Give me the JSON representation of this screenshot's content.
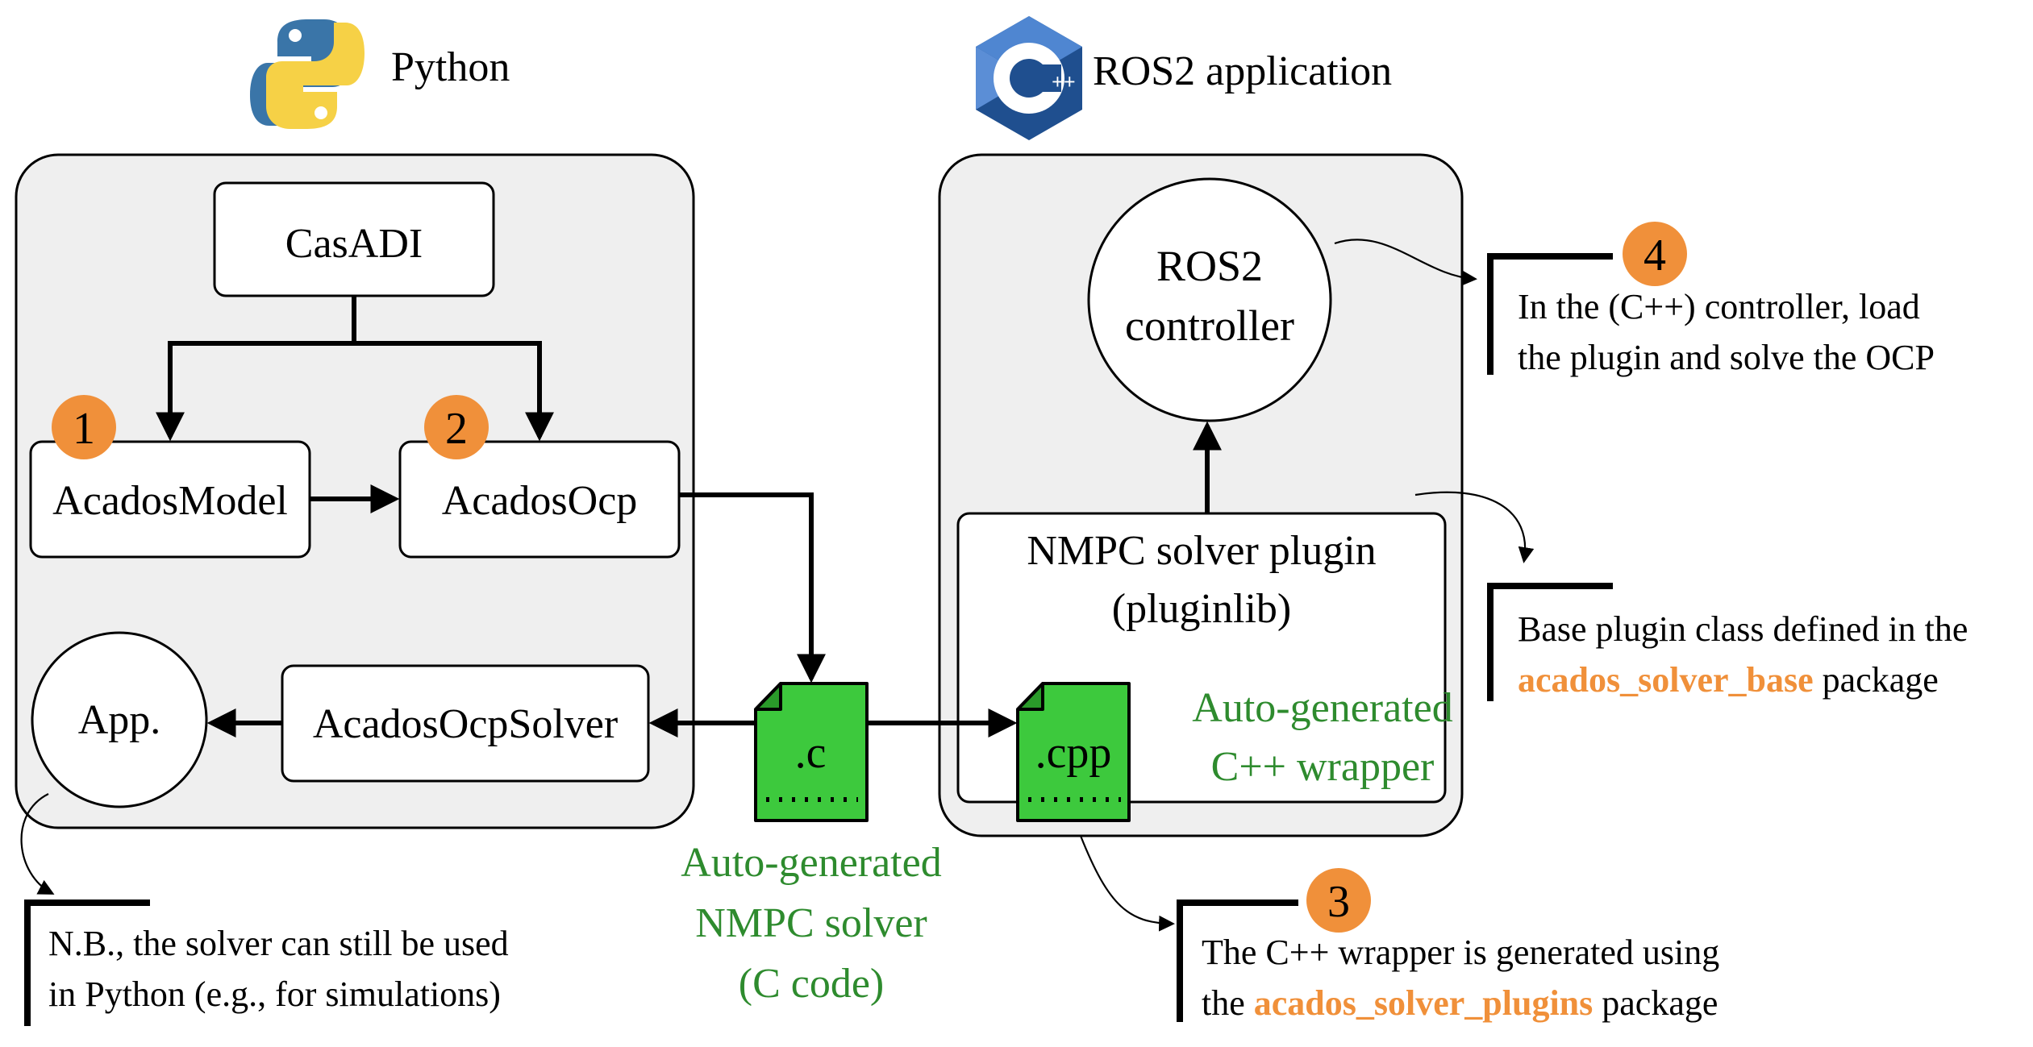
{
  "colors": {
    "panel_fill": "#efefef",
    "stroke": "#000000",
    "badge_orange": "#f0903a",
    "file_green": "#3dc93d",
    "green_text": "#2e8b2e",
    "package_orange": "#f0903a",
    "python_blue": "#3a75a8",
    "python_yellow": "#f6d146",
    "cpp_dark": "#1f4f8f",
    "cpp_light": "#5b8ed6"
  },
  "icons": {
    "python": "python-logo-icon",
    "cpp": "cpp-logo-icon",
    "c_file": "file-icon",
    "cpp_file": "file-icon"
  },
  "python": {
    "header": "Python",
    "nodes": {
      "casadi": "CasADI",
      "acados_model": "AcadosModel",
      "acados_ocp": "AcadosOcp",
      "acados_ocp_solver": "AcadosOcpSolver",
      "app": "App."
    },
    "badges": {
      "model": "1",
      "ocp": "2"
    }
  },
  "ros": {
    "header": "ROS2 application",
    "controller": [
      "ROS2",
      "controller"
    ],
    "plugin": [
      "NMPC solver plugin",
      "(pluginlib)"
    ],
    "wrapper_label": [
      "Auto-generated",
      "C++ wrapper"
    ]
  },
  "files": {
    "c_ext": ".c",
    "cpp_ext": ".cpp",
    "c_label": [
      "Auto-generated",
      "NMPC solver",
      "(C code)"
    ]
  },
  "notes": {
    "controller": {
      "badge": "4",
      "lines": [
        "In the (C++) controller, load",
        "the plugin and solve the OCP"
      ]
    },
    "plugin_base": {
      "line1": "Base plugin class defined in the",
      "pkg": "acados_solver_base",
      "suffix": " package"
    },
    "wrapper": {
      "badge": "3",
      "line1": "The C++ wrapper is generated using",
      "prefix": "the ",
      "pkg": "acados_solver_plugins",
      "suffix": " package"
    },
    "python_nb": {
      "lines": [
        "N.B., the solver can still be used",
        "in Python (e.g., for simulations)"
      ]
    }
  }
}
